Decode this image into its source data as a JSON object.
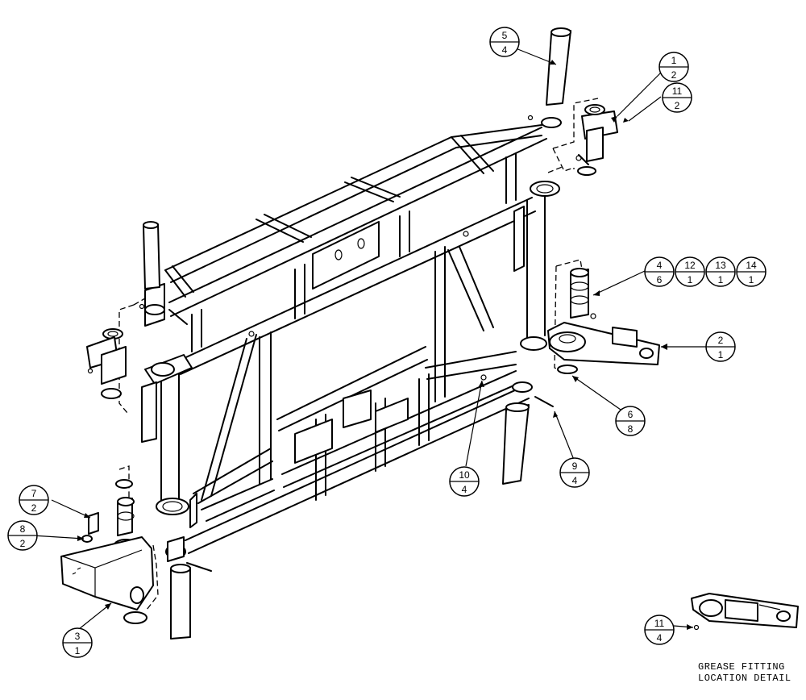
{
  "callouts": [
    {
      "id": "c-5-4",
      "top": "5",
      "bottom": "4"
    },
    {
      "id": "c-1-2",
      "top": "1",
      "bottom": "2"
    },
    {
      "id": "c-11-2",
      "top": "11",
      "bottom": "2"
    },
    {
      "id": "c-4-6",
      "top": "4",
      "bottom": "6"
    },
    {
      "id": "c-12-1",
      "top": "12",
      "bottom": "1"
    },
    {
      "id": "c-13-1",
      "top": "13",
      "bottom": "1"
    },
    {
      "id": "c-14-1",
      "top": "14",
      "bottom": "1"
    },
    {
      "id": "c-2-1",
      "top": "2",
      "bottom": "1"
    },
    {
      "id": "c-6-8",
      "top": "6",
      "bottom": "8"
    },
    {
      "id": "c-9-4",
      "top": "9",
      "bottom": "4"
    },
    {
      "id": "c-10-4",
      "top": "10",
      "bottom": "4"
    },
    {
      "id": "c-7-2",
      "top": "7",
      "bottom": "2"
    },
    {
      "id": "c-8-2",
      "top": "8",
      "bottom": "2"
    },
    {
      "id": "c-3-1",
      "top": "3",
      "bottom": "1"
    },
    {
      "id": "c-11-4",
      "top": "11",
      "bottom": "4"
    }
  ],
  "detail": {
    "line1": "GREASE FITTING",
    "line2": "LOCATION DETAIL"
  }
}
